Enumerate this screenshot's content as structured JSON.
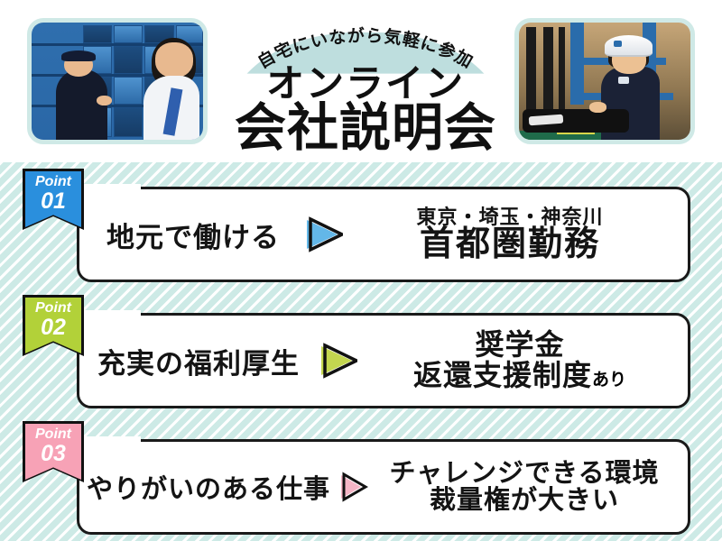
{
  "header": {
    "catchcopy": "自宅にいながら気軽に参加",
    "title_line1": "オンライン",
    "title_line2": "会社説明会",
    "photo_left_alt": "倉庫の青い棚の前で話す社員2名",
    "photo_right_alt": "白いヘルメットをかぶりフォークリフトを操作する女性社員"
  },
  "colors": {
    "background_stripe": "#cdeae6",
    "arch_band": "#bedede",
    "photo_frame": "#cfe9e6",
    "point01": "#2a8fdd",
    "point02": "#b2d139",
    "point03": "#f7a2b6",
    "arrow01": "#63b7e8",
    "arrow02": "#c3d64f",
    "arrow03": "#f5b5c6",
    "card_border": "#1a1a1a",
    "text": "#141414"
  },
  "points": [
    {
      "ribbon_label": "Point",
      "ribbon_number": "01",
      "left_text": "地元で働ける",
      "arrow_color": "#63b7e8",
      "ribbon_color": "#2a8fdd",
      "right_small": "東京・埼玉・神奈川",
      "right_big": "首都圏勤務",
      "right_line2": "",
      "right_suffix": ""
    },
    {
      "ribbon_label": "Point",
      "ribbon_number": "02",
      "left_text": "充実の福利厚生",
      "arrow_color": "#c3d64f",
      "ribbon_color": "#b2d139",
      "right_small": "",
      "right_big": "奨学金",
      "right_line2": "返還支援制度",
      "right_suffix": "あり"
    },
    {
      "ribbon_label": "Point",
      "ribbon_number": "03",
      "left_text": "やりがいのある仕事",
      "arrow_color": "#f5b5c6",
      "ribbon_color": "#f7a2b6",
      "right_small": "",
      "right_big": "チャレンジできる環境",
      "right_line2": "裁量権が大きい",
      "right_suffix": ""
    }
  ]
}
